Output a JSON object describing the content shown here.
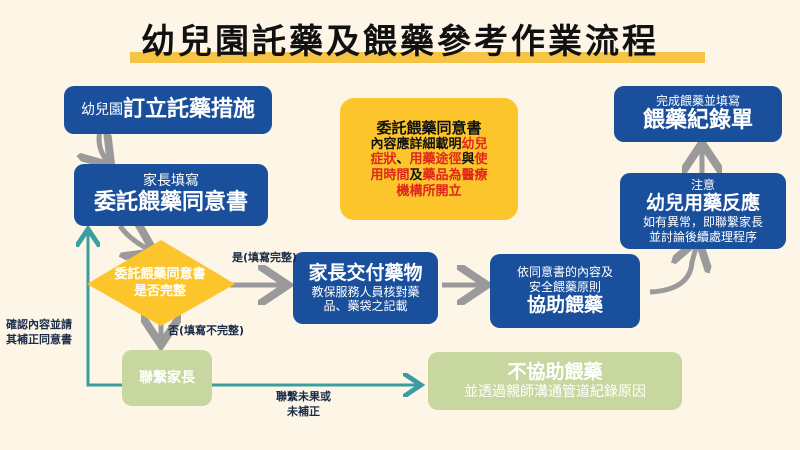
{
  "title": "幼兒園託藥及餵藥參考作業流程",
  "nodes": {
    "step1": {
      "prefix": "幼兒園",
      "main": "訂立託藥措施"
    },
    "step2": {
      "line1": "家長填寫",
      "line2": "委託餵藥同意書"
    },
    "decision": {
      "line1": "委託餵藥同意書",
      "line2": "是否完整"
    },
    "handover": {
      "main": "家長交付藥物",
      "sub1": "教保服務人員核對藥",
      "sub2": "品、藥袋之記載"
    },
    "assist": {
      "line1": "依同意書的內容及",
      "line2": "安全餵藥原則",
      "main": "協助餵藥"
    },
    "observe": {
      "line1": "注意",
      "main": "幼兒用藥反應",
      "sub1": "如有異常，即聯繫家長",
      "sub2": "並討論後續處理程序"
    },
    "complete": {
      "line1": "完成餵藥並填寫",
      "main": "餵藥紀錄單"
    },
    "contact": {
      "main": "聯繫家長"
    },
    "noassist": {
      "main": "不協助餵藥",
      "sub": "並透過親師溝通管道紀錄原因"
    }
  },
  "note": {
    "title": "委託餵藥同意書",
    "l1a": "內容應詳細載明",
    "l1b": "幼兒",
    "l2a": "症狀",
    "l2b": "、",
    "l2c": "用藥途徑",
    "l2d": "與",
    "l2e": "使",
    "l3a": "用時間",
    "l3b": "及",
    "l3c": "藥品為醫療",
    "l4": "機構所開立"
  },
  "edges": {
    "yes": "是(填寫完整)",
    "no": "否(填寫不完整)",
    "retry1": "確認內容並請",
    "retry2": "其補正同意書",
    "unresolved1": "聯繫未果或",
    "unresolved2": "未補正"
  },
  "colors": {
    "blue": "#1a4f9c",
    "green": "#c8d7a0",
    "yellow": "#fcc52b",
    "arrow_gray": "#9a9a9a",
    "arrow_teal": "#3a9da0"
  }
}
